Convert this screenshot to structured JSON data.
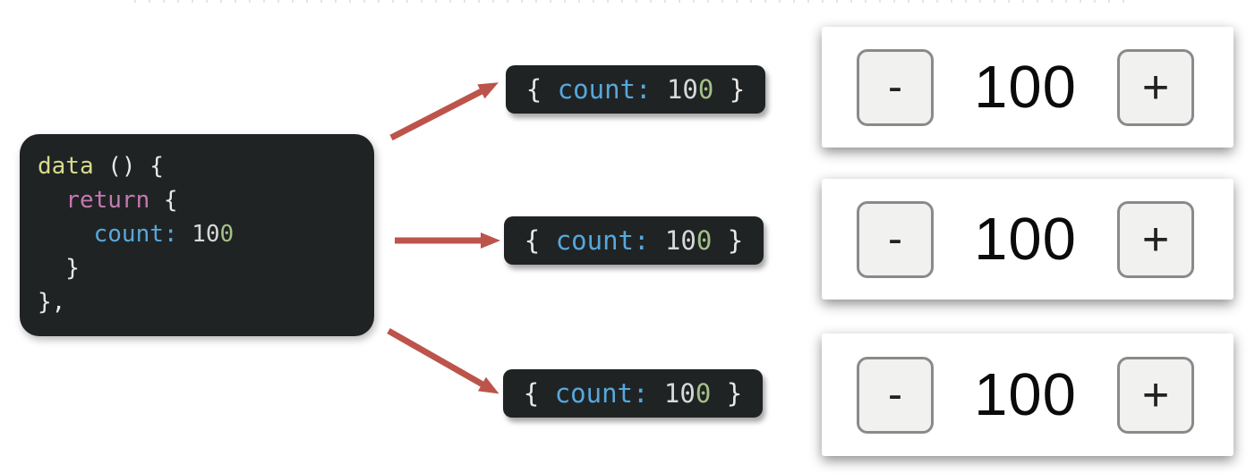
{
  "colors": {
    "background": "#ffffff",
    "code_bg": "#202324",
    "plain": "#e8e8e6",
    "keyword_yellow": "#d8dc8d",
    "keyword_pink": "#c479b2",
    "property_blue": "#56a8dc",
    "number_green": "#a5c088",
    "number_gray": "#d6d9da",
    "arrow": "#bc544b",
    "counter_text": "#0b0b0b",
    "button_bg": "#f1f1ef",
    "button_border": "#8a8a8a"
  },
  "code_block": {
    "lines": [
      [
        {
          "t": "data",
          "c": "yellow"
        },
        {
          "t": " () {",
          "c": "plain"
        }
      ],
      [
        {
          "t": "  ",
          "c": "plain"
        },
        {
          "t": "return",
          "c": "pink"
        },
        {
          "t": " {",
          "c": "plain"
        }
      ],
      [
        {
          "t": "    ",
          "c": "plain"
        },
        {
          "t": "count:",
          "c": "blue"
        },
        {
          "t": " ",
          "c": "plain"
        },
        {
          "t": "10",
          "c": "gray"
        },
        {
          "t": "0",
          "c": "green"
        }
      ],
      [
        {
          "t": "  }",
          "c": "plain"
        }
      ],
      [
        {
          "t": "},",
          "c": "plain"
        }
      ]
    ]
  },
  "state_boxes": [
    {
      "tokens": [
        {
          "t": "{ ",
          "c": "plain"
        },
        {
          "t": "count:",
          "c": "blue"
        },
        {
          "t": " ",
          "c": "plain"
        },
        {
          "t": "10",
          "c": "gray"
        },
        {
          "t": "0",
          "c": "green"
        },
        {
          "t": " }",
          "c": "plain"
        }
      ]
    },
    {
      "tokens": [
        {
          "t": "{ ",
          "c": "plain"
        },
        {
          "t": "count:",
          "c": "blue"
        },
        {
          "t": " ",
          "c": "plain"
        },
        {
          "t": "10",
          "c": "gray"
        },
        {
          "t": "0",
          "c": "green"
        },
        {
          "t": " }",
          "c": "plain"
        }
      ]
    },
    {
      "tokens": [
        {
          "t": "{ ",
          "c": "plain"
        },
        {
          "t": "count:",
          "c": "blue"
        },
        {
          "t": " ",
          "c": "plain"
        },
        {
          "t": "10",
          "c": "gray"
        },
        {
          "t": "0",
          "c": "green"
        },
        {
          "t": " }",
          "c": "plain"
        }
      ]
    }
  ],
  "counters": [
    {
      "decrement_label": "-",
      "value": "100",
      "increment_label": "+"
    },
    {
      "decrement_label": "-",
      "value": "100",
      "increment_label": "+"
    },
    {
      "decrement_label": "-",
      "value": "100",
      "increment_label": "+"
    }
  ]
}
